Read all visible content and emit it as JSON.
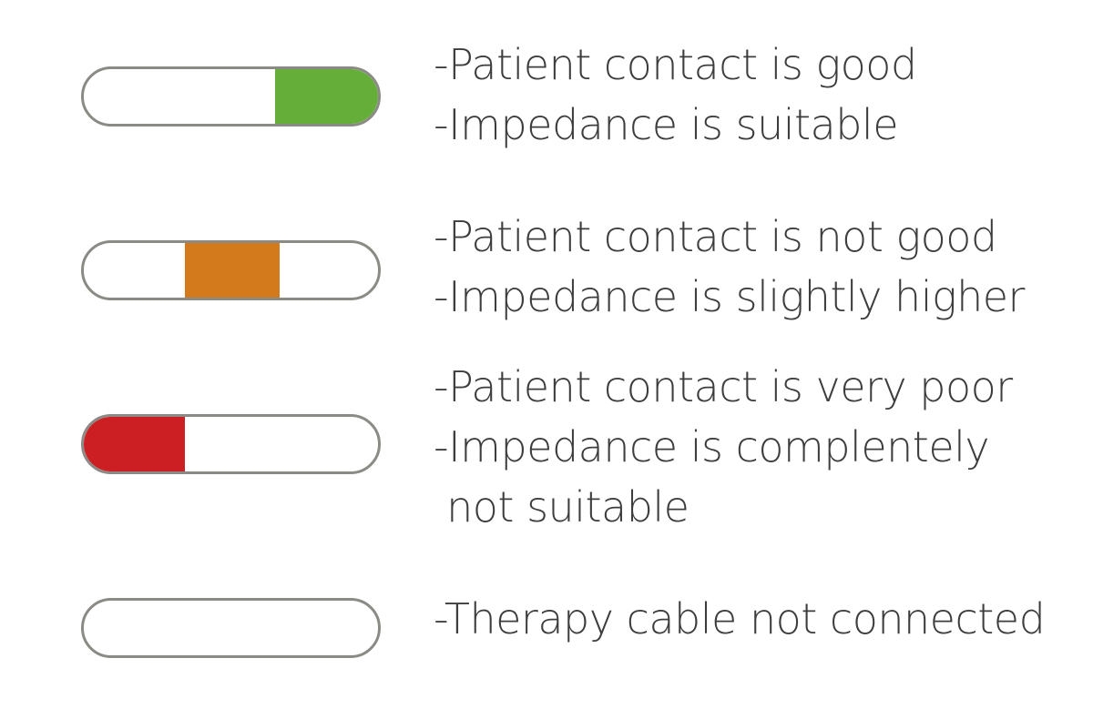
{
  "items": [
    {
      "fill_start": 0.65,
      "fill_end": 1.0,
      "color": "#65ae3a",
      "lines": [
        "-Patient contact is good",
        "-Impedance is suitable"
      ]
    },
    {
      "fill_start": 0.345,
      "fill_end": 0.665,
      "color": "#d27a1c",
      "lines": [
        "-Patient contact is not good",
        "-Impedance is slightly higher"
      ]
    },
    {
      "fill_start": 0.0,
      "fill_end": 0.345,
      "color": "#cb1f24",
      "lines": [
        "-Patient contact is very poor",
        "-Impedance is complentely",
        " not suitable"
      ]
    },
    {
      "fill_start": 0.0,
      "fill_end": 0.0,
      "color": "#ffffff",
      "lines": [
        "-Therapy cable not connected"
      ]
    }
  ]
}
